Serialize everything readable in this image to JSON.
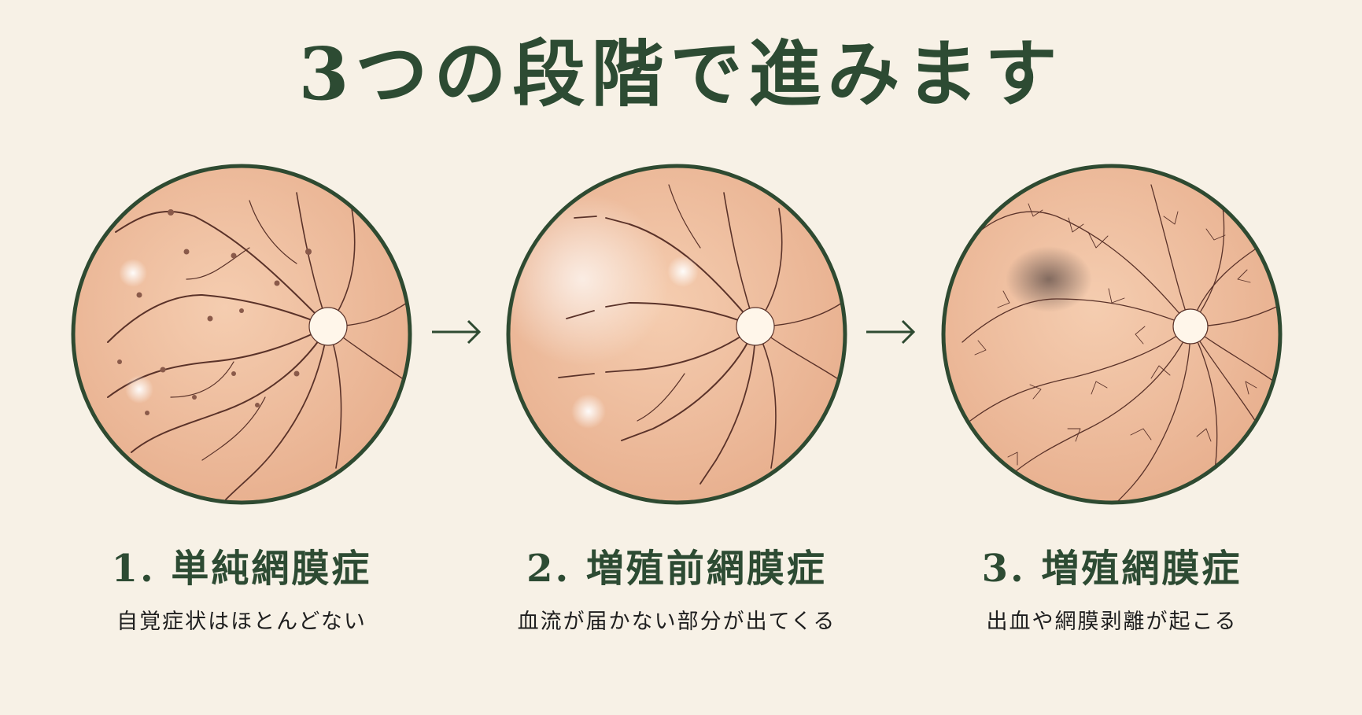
{
  "title": "3つの段階で進みます",
  "stages": [
    {
      "title": "1. 単純網膜症",
      "description": "自覚症状はほとんどない"
    },
    {
      "title": "2. 増殖前網膜症",
      "description": "血流が届かない部分が出てくる"
    },
    {
      "title": "3. 増殖網膜症",
      "description": "出血や網膜剥離が起こる"
    }
  ],
  "colors": {
    "background": "#f7f1e6",
    "title": "#2d4b33",
    "border": "#2e4a31",
    "fundus": "#efbf9e",
    "vessel": "#5a3229"
  }
}
